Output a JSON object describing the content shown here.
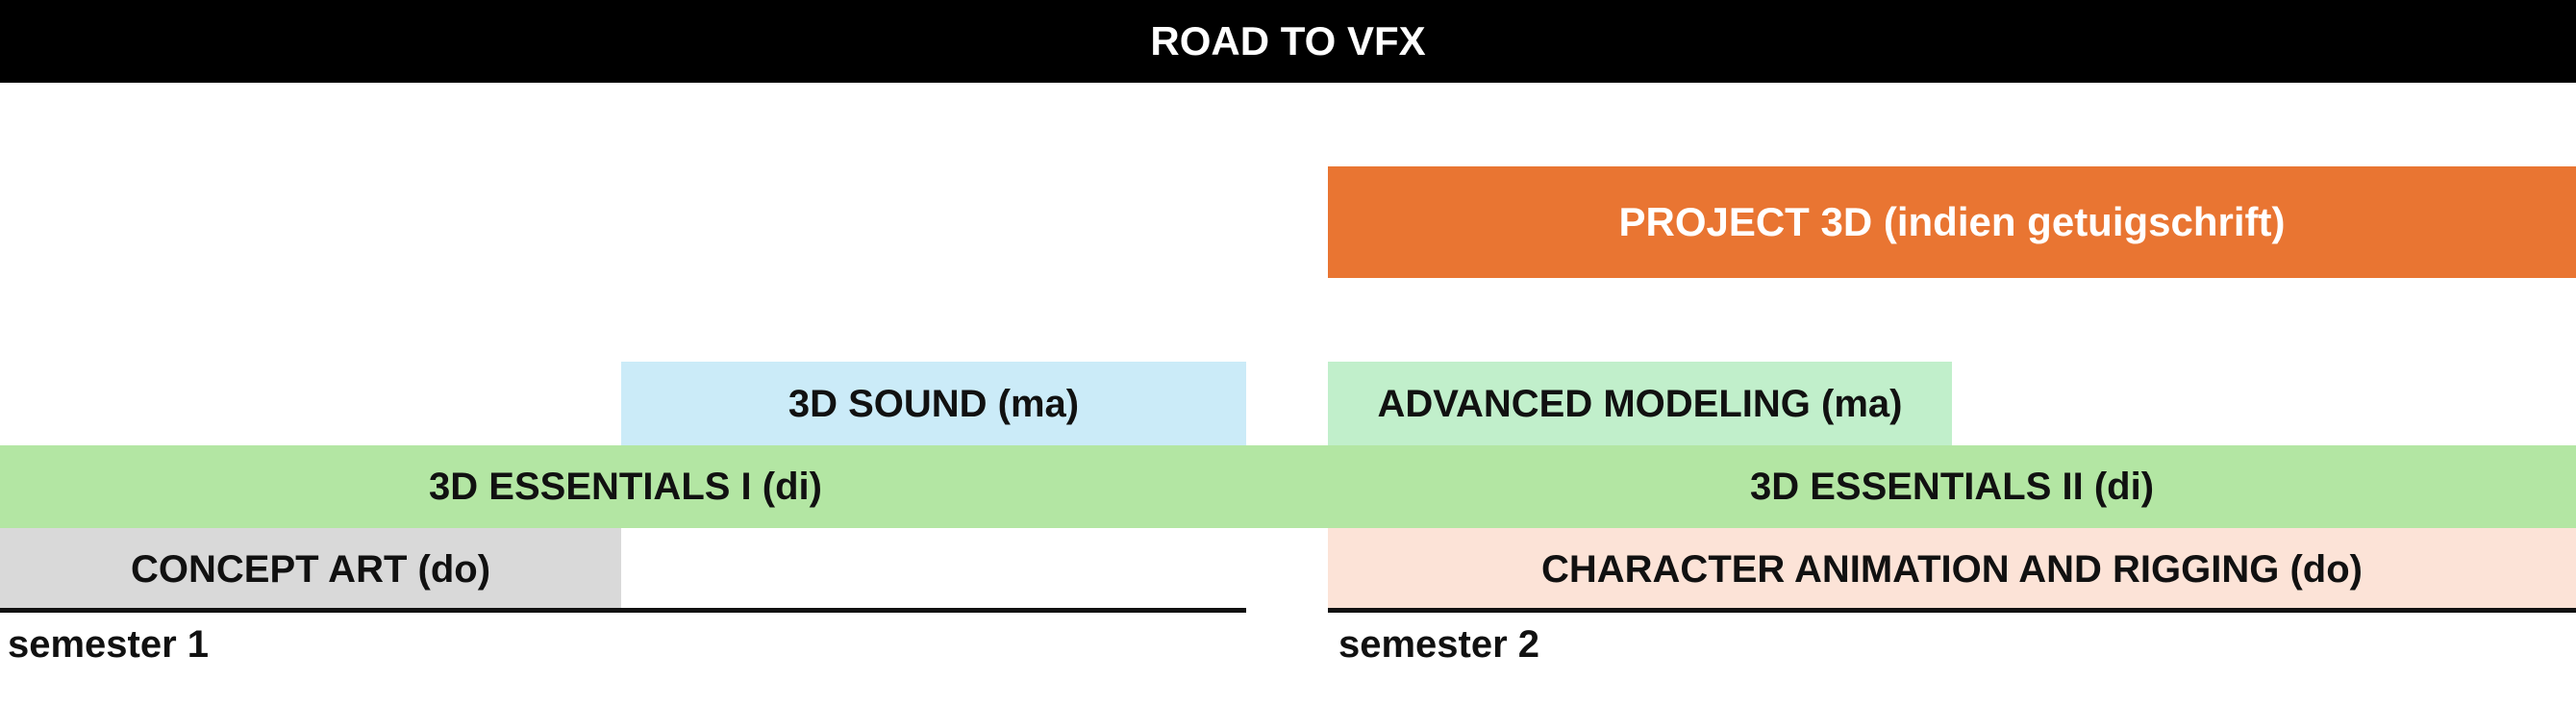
{
  "title": "ROAD TO VFX",
  "colors": {
    "title_bg": "#000000",
    "project_bg": "#E97532",
    "sound_bg": "#CBEBF8",
    "advanced_bg": "#C1EFCB",
    "essentials_bg": "#B3E6A3",
    "concept_bg": "#D9D9D9",
    "character_bg": "#FCE3D7"
  },
  "courses": {
    "project_3d": "PROJECT 3D (indien getuigschrift)",
    "sound_3d": "3D SOUND (ma)",
    "advanced_modeling": "ADVANCED MODELING (ma)",
    "essentials_1": "3D ESSENTIALS I (di)",
    "essentials_2": "3D ESSENTIALS II (di)",
    "concept_art": "CONCEPT ART (do)",
    "character_animation": "CHARACTER ANIMATION AND RIGGING (do)"
  },
  "semesters": {
    "semester_1": "semester 1",
    "semester_2": "semester 2"
  }
}
